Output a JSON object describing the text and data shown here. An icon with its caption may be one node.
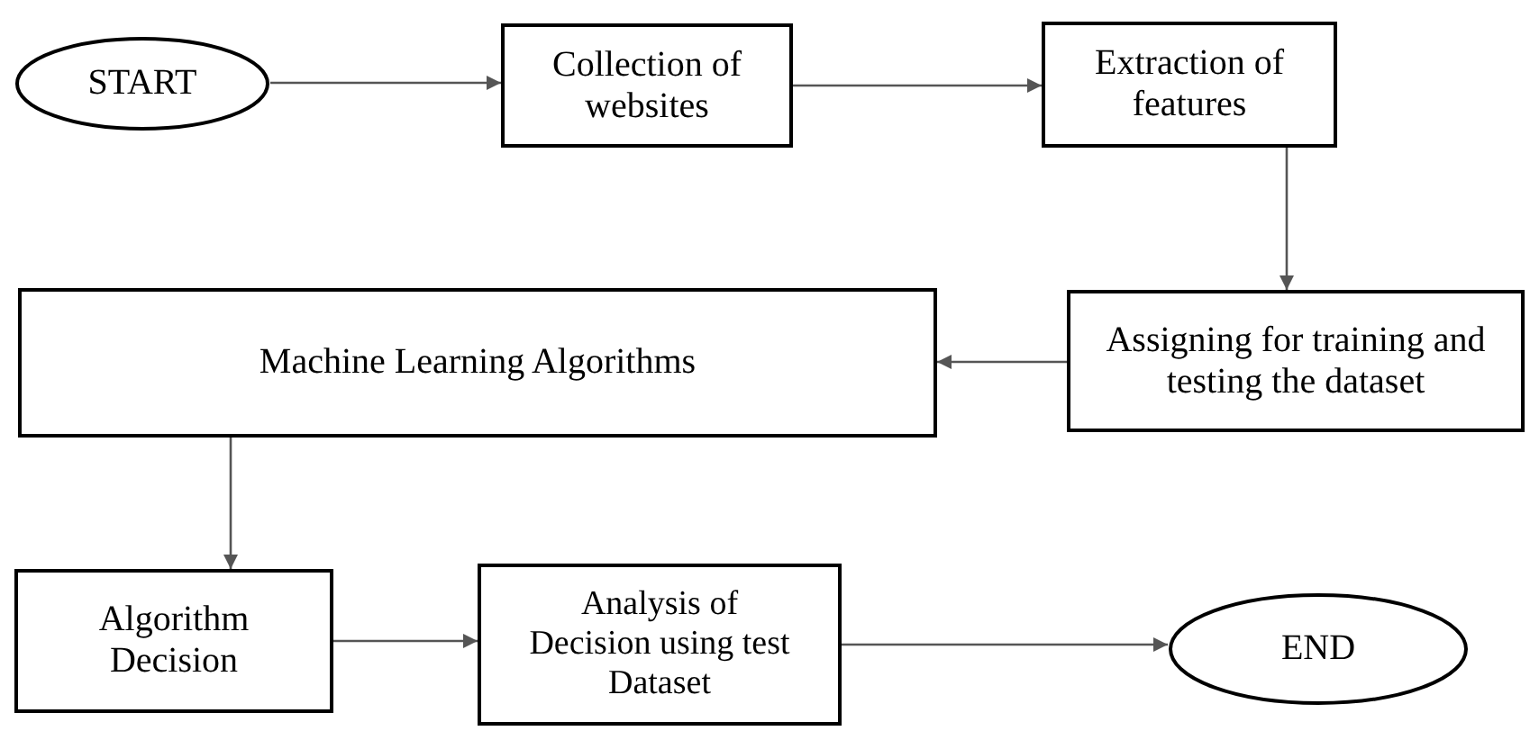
{
  "diagram": {
    "nodes": [
      {
        "text": [
          "START"
        ]
      },
      {
        "text": [
          "Collection of websites"
        ]
      },
      {
        "text": [
          "Extraction of features"
        ]
      },
      {
        "text": [
          "Assigning for training and testing the dataset"
        ]
      },
      {
        "text": [
          "Machine Learning Algorithms"
        ]
      },
      {
        "text": [
          "Algorithm Decision"
        ]
      },
      {
        "text": [
          "Analysis of Decision  using test Dataset"
        ]
      },
      {
        "text": [
          "END"
        ]
      }
    ],
    "edges": [
      {
        "from": 0,
        "to": 1,
        "arrow": "to"
      },
      {
        "from": 1,
        "to": 2,
        "arrow": "to"
      },
      {
        "from": 2,
        "to": 3,
        "arrow": "to"
      },
      {
        "from": 3,
        "to": 4,
        "arrow": "to"
      },
      {
        "from": 4,
        "to": 5,
        "arrow": "to"
      },
      {
        "from": 5,
        "to": 6,
        "arrow": "to"
      },
      {
        "from": 6,
        "to": 7,
        "arrow": "to"
      }
    ]
  }
}
